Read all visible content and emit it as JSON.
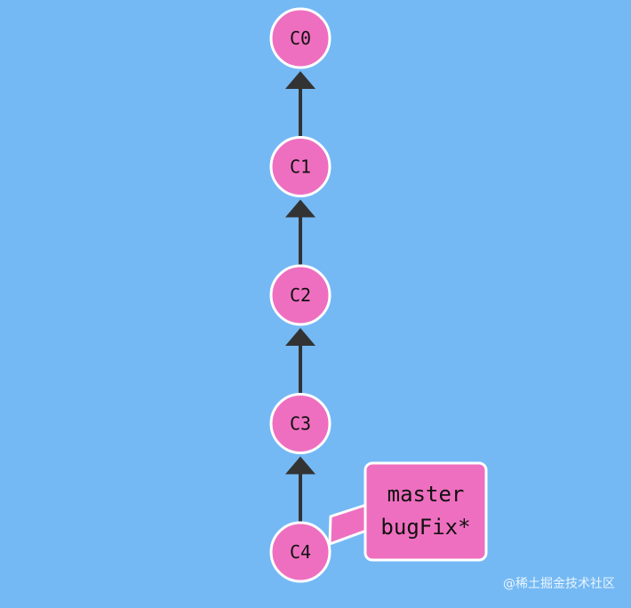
{
  "commits": [
    {
      "id": "C0"
    },
    {
      "id": "C1"
    },
    {
      "id": "C2"
    },
    {
      "id": "C3"
    },
    {
      "id": "C4"
    }
  ],
  "branch_label": {
    "lines": [
      "master",
      "bugFix*"
    ],
    "points_to": "C4"
  },
  "watermark": "@稀土掘金技术社区",
  "colors": {
    "background": "#74b9f4",
    "commit_fill": "#ee6fbf",
    "commit_stroke": "#ffffff",
    "edge": "#333333",
    "branch_fill": "#ee6fbf",
    "branch_stroke": "#ffffff"
  }
}
